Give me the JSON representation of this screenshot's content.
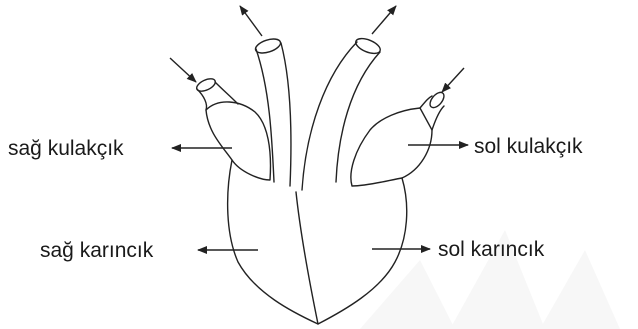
{
  "labels": {
    "right_atrium": "sağ kulakçık",
    "left_atrium": "sol kulakçık",
    "right_ventricle": "sağ karıncık",
    "left_ventricle": "sol karıncık"
  },
  "colors": {
    "line": "#222222",
    "text": "#1a1a1a",
    "background": "#ffffff",
    "watermark": "#f1f1f1"
  }
}
